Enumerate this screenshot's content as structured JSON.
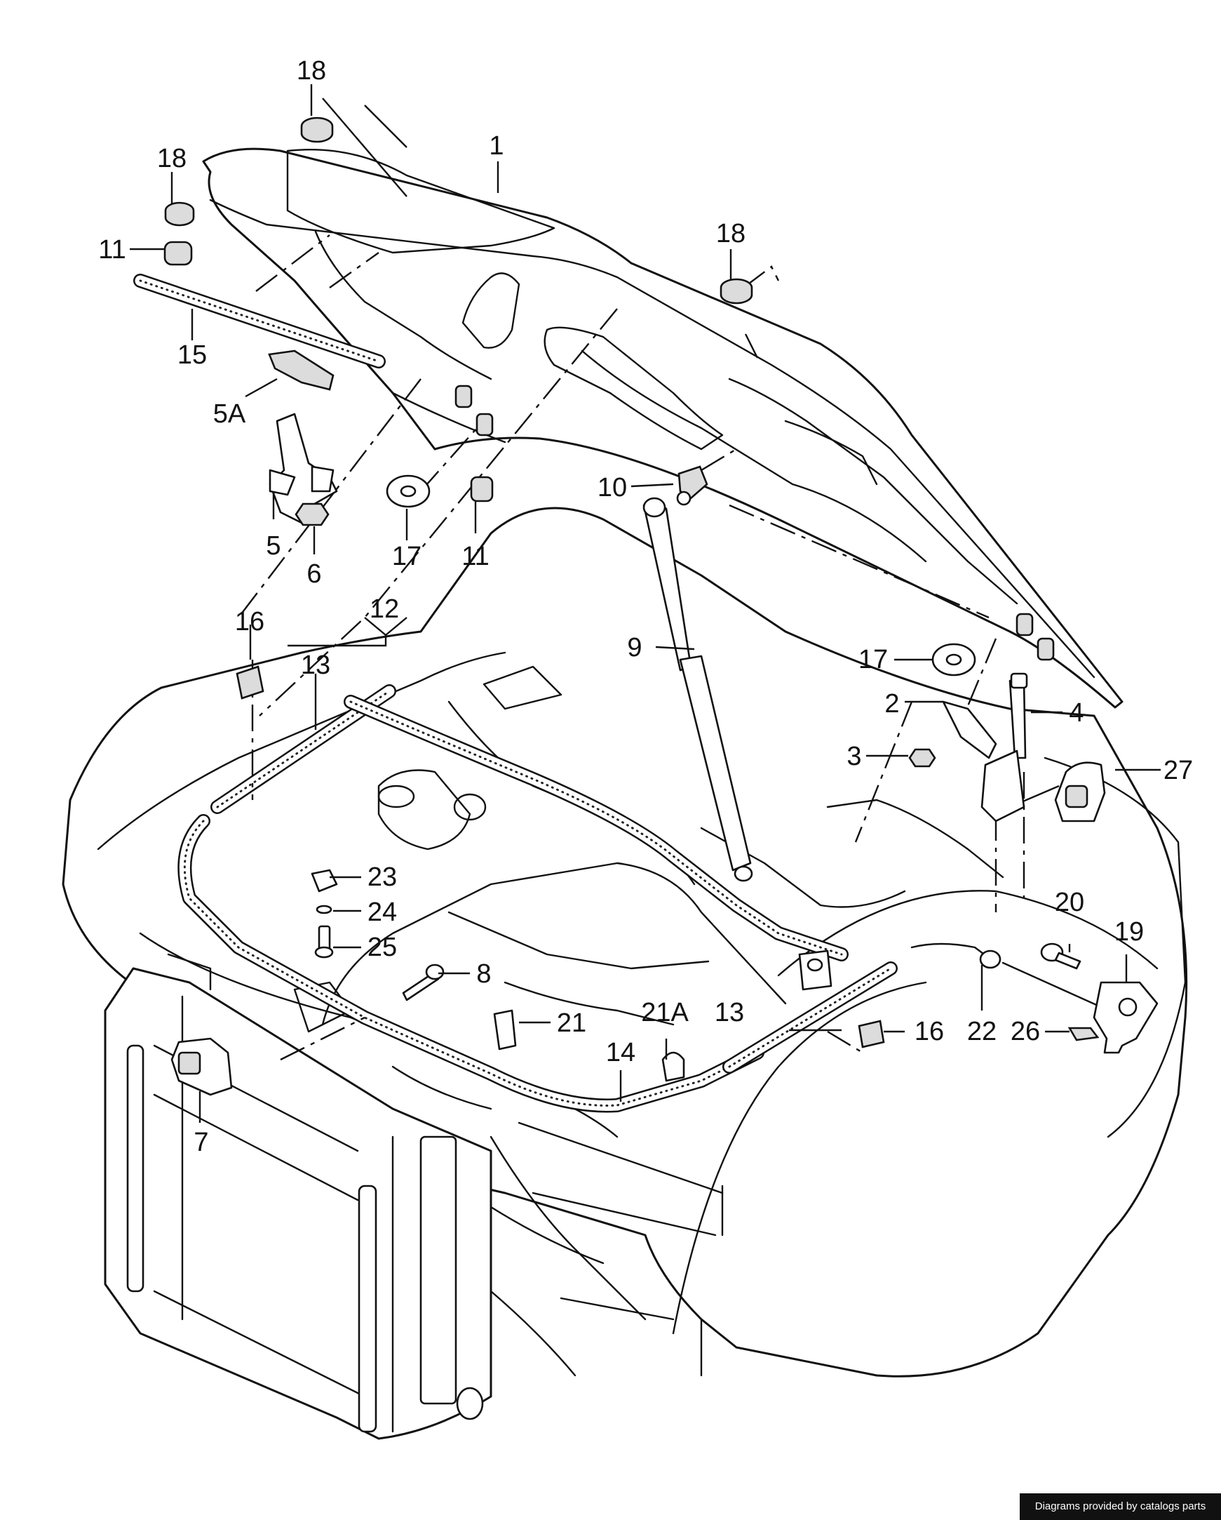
{
  "diagram": {
    "callouts": [
      {
        "id": "1",
        "label": "1"
      },
      {
        "id": "2",
        "label": "2"
      },
      {
        "id": "3",
        "label": "3"
      },
      {
        "id": "4",
        "label": "4"
      },
      {
        "id": "5",
        "label": "5"
      },
      {
        "id": "5A",
        "label": "5A"
      },
      {
        "id": "6",
        "label": "6"
      },
      {
        "id": "7",
        "label": "7"
      },
      {
        "id": "8",
        "label": "8"
      },
      {
        "id": "9",
        "label": "9"
      },
      {
        "id": "10",
        "label": "10"
      },
      {
        "id": "11a",
        "label": "11"
      },
      {
        "id": "11b",
        "label": "11"
      },
      {
        "id": "12",
        "label": "12"
      },
      {
        "id": "13a",
        "label": "13"
      },
      {
        "id": "13b",
        "label": "13"
      },
      {
        "id": "14",
        "label": "14"
      },
      {
        "id": "15",
        "label": "15"
      },
      {
        "id": "16a",
        "label": "16"
      },
      {
        "id": "16b",
        "label": "16"
      },
      {
        "id": "17a",
        "label": "17"
      },
      {
        "id": "17b",
        "label": "17"
      },
      {
        "id": "18a",
        "label": "18"
      },
      {
        "id": "18b",
        "label": "18"
      },
      {
        "id": "18c",
        "label": "18"
      },
      {
        "id": "19",
        "label": "19"
      },
      {
        "id": "20",
        "label": "20"
      },
      {
        "id": "21",
        "label": "21"
      },
      {
        "id": "21A",
        "label": "21A"
      },
      {
        "id": "22",
        "label": "22"
      },
      {
        "id": "23",
        "label": "23"
      },
      {
        "id": "24",
        "label": "24"
      },
      {
        "id": "25",
        "label": "25"
      },
      {
        "id": "26",
        "label": "26"
      },
      {
        "id": "27",
        "label": "27"
      }
    ]
  },
  "footer": {
    "credit": "Diagrams provided by catalogs parts"
  }
}
